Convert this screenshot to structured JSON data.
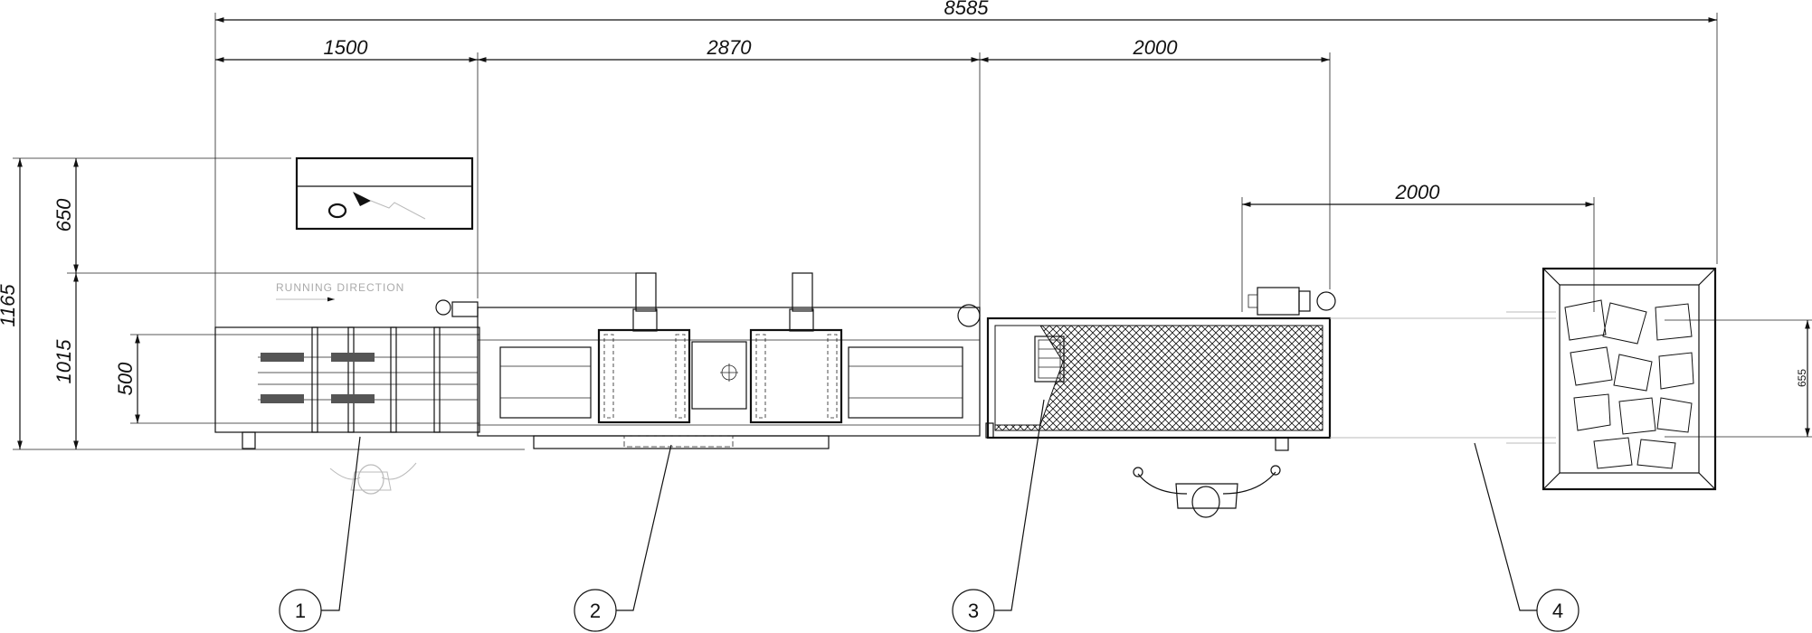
{
  "dimensions": {
    "overall_length": "8585",
    "section_1": "1500",
    "section_2": "2870",
    "section_3": "2000",
    "section_4": "2000",
    "overall_width": "1165",
    "height_650": "650",
    "height_1015": "1015",
    "width_500": "500",
    "width_655": "655"
  },
  "annotations": {
    "running_direction": "RUNNING DIRECTION"
  },
  "callouts": [
    "1",
    "2",
    "3",
    "4"
  ]
}
